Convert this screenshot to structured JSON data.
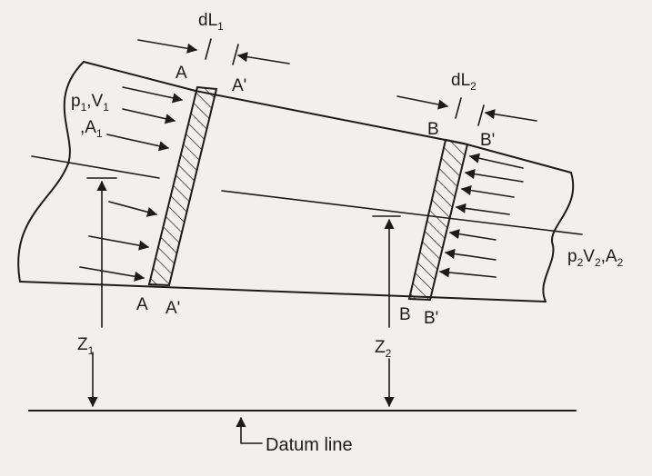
{
  "labels": {
    "section_1_left": "A",
    "section_1_left_prime": "A'",
    "section_2_left": "B",
    "section_2_left_prime": "B'",
    "dl1_main": "dL",
    "dl1_sub": "1",
    "dl2_main": "dL",
    "dl2_sub": "2",
    "inlet_line1": {
      "p": "p",
      "p_sub": "1",
      "sep": ",",
      "v": "V",
      "v_sub": "1"
    },
    "inlet_line2": {
      "prefix": ",",
      "a": "A",
      "a_sub": "1"
    },
    "outlet": {
      "p": "p",
      "p_sub": "2",
      "v": "V",
      "v_sub": "2",
      "sep": ",",
      "a": "A",
      "a_sub": "2"
    },
    "z1_main": "Z",
    "z1_sub": "1",
    "z2_main": "Z",
    "z2_sub": "2",
    "datum": "Datum line"
  }
}
